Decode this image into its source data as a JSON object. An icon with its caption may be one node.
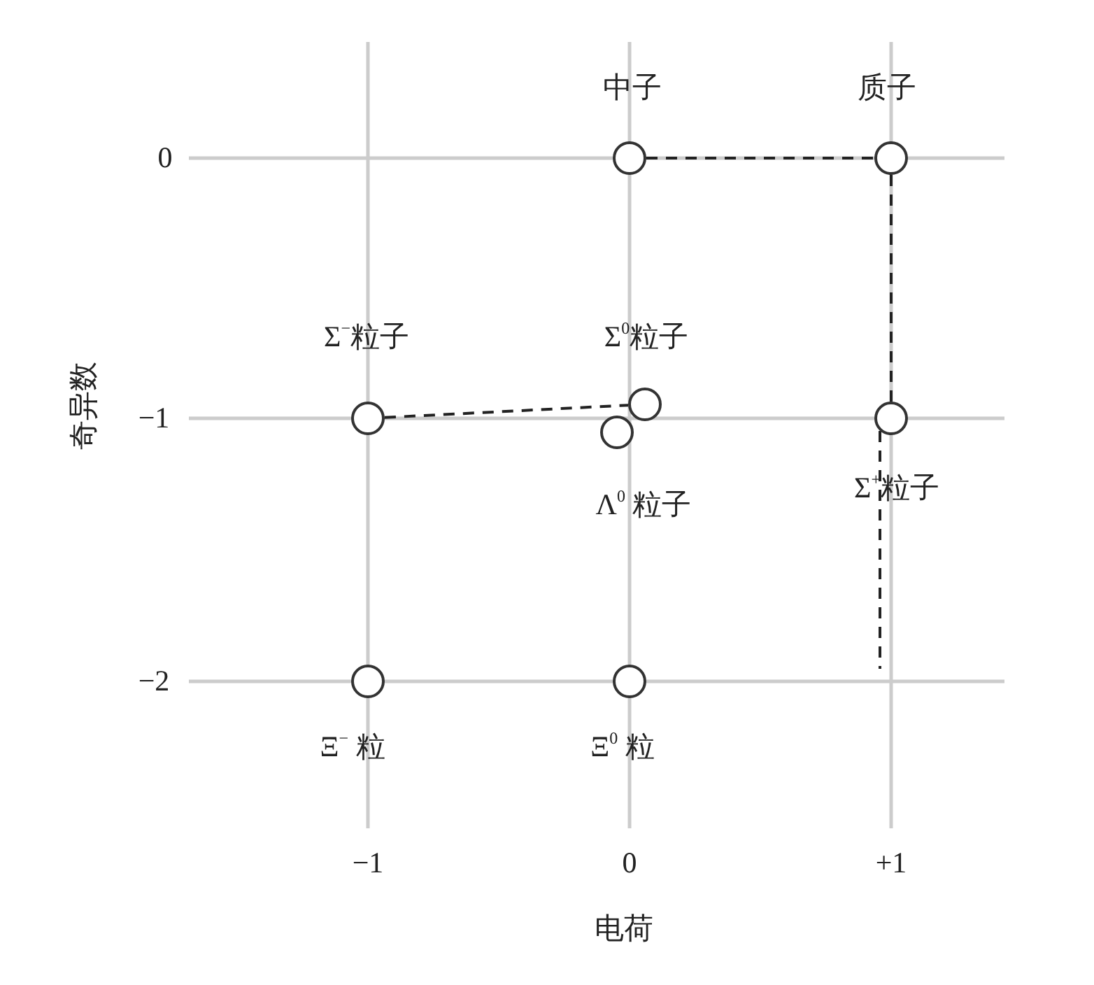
{
  "diagram": {
    "nodes": [
      {
        "text": [],
        "shape": "circle",
        "beside": [
          "中子"
        ]
      },
      {
        "text": [],
        "shape": "circle",
        "beside": [
          "质子"
        ]
      },
      {
        "text": [],
        "shape": "circle",
        "beside": [
          "Σ$^{−}$粒子"
        ]
      },
      {
        "text": [],
        "shape": "circle",
        "beside": [
          "Σ$^{0}$粒子"
        ]
      },
      {
        "text": [],
        "shape": "circle",
        "beside": [
          "Λ$^{0}$ 粒子"
        ]
      },
      {
        "text": [],
        "shape": "circle",
        "beside": [
          "Σ$^{+}$粒子"
        ]
      },
      {
        "text": [],
        "shape": "circle",
        "beside": [
          "Ξ$^{−}$ 粒"
        ]
      },
      {
        "text": [],
        "shape": "circle",
        "beside": [
          "Ξ$^{0}$ 粒"
        ]
      }
    ],
    "edges": [
      {
        "from": 0,
        "to": 1,
        "arrow": "none",
        "style": "dashed"
      },
      {
        "from": 1,
        "to": 5,
        "arrow": "none",
        "style": "dashed"
      },
      {
        "from": 2,
        "to": 3,
        "arrow": "none",
        "style": "dashed"
      },
      {
        "from": 5,
        "to": null,
        "arrow": "none",
        "style": "dashed"
      }
    ],
    "labels": [
      "0",
      "−1",
      "−2",
      "奇异数",
      "−1",
      "0",
      "+1",
      "电荷"
    ]
  }
}
